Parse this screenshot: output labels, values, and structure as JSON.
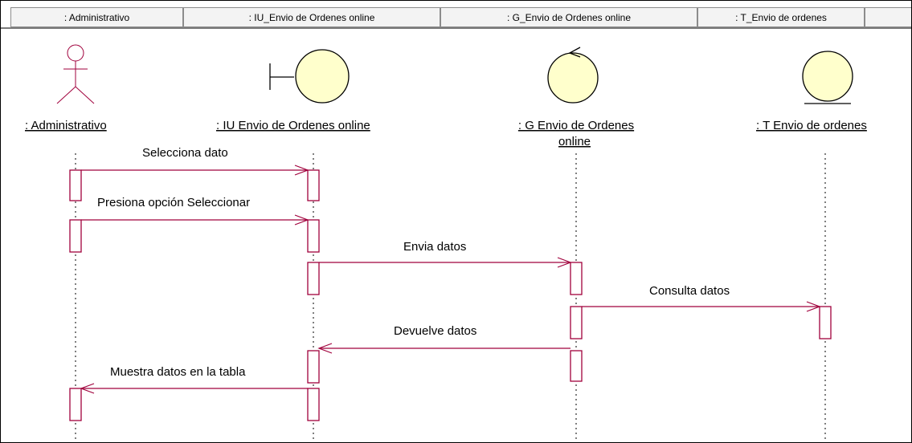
{
  "header": {
    "columns": [
      ": Administrativo",
      ": IU_Envio de Ordenes online",
      ": G_Envio de Ordenes online",
      ": T_Envio de ordenes"
    ]
  },
  "lifelines": {
    "actor": ": Administrativo",
    "boundary": ": IU  Envio de Ordenes online",
    "control_line1": ": G  Envio de Ordenes",
    "control_line2": "online",
    "entity": ": T  Envio de ordenes"
  },
  "messages": {
    "m1": "Selecciona dato",
    "m2": "Presiona opción Seleccionar",
    "m3": "Envia datos",
    "m4": "Consulta datos",
    "m5": "Devuelve datos",
    "m6": "Muestra datos en la tabla"
  },
  "colors": {
    "message_line": "#a0003c",
    "outline": "#a0003c",
    "object_fill": "#ffffcc",
    "object_stroke": "#000000"
  }
}
